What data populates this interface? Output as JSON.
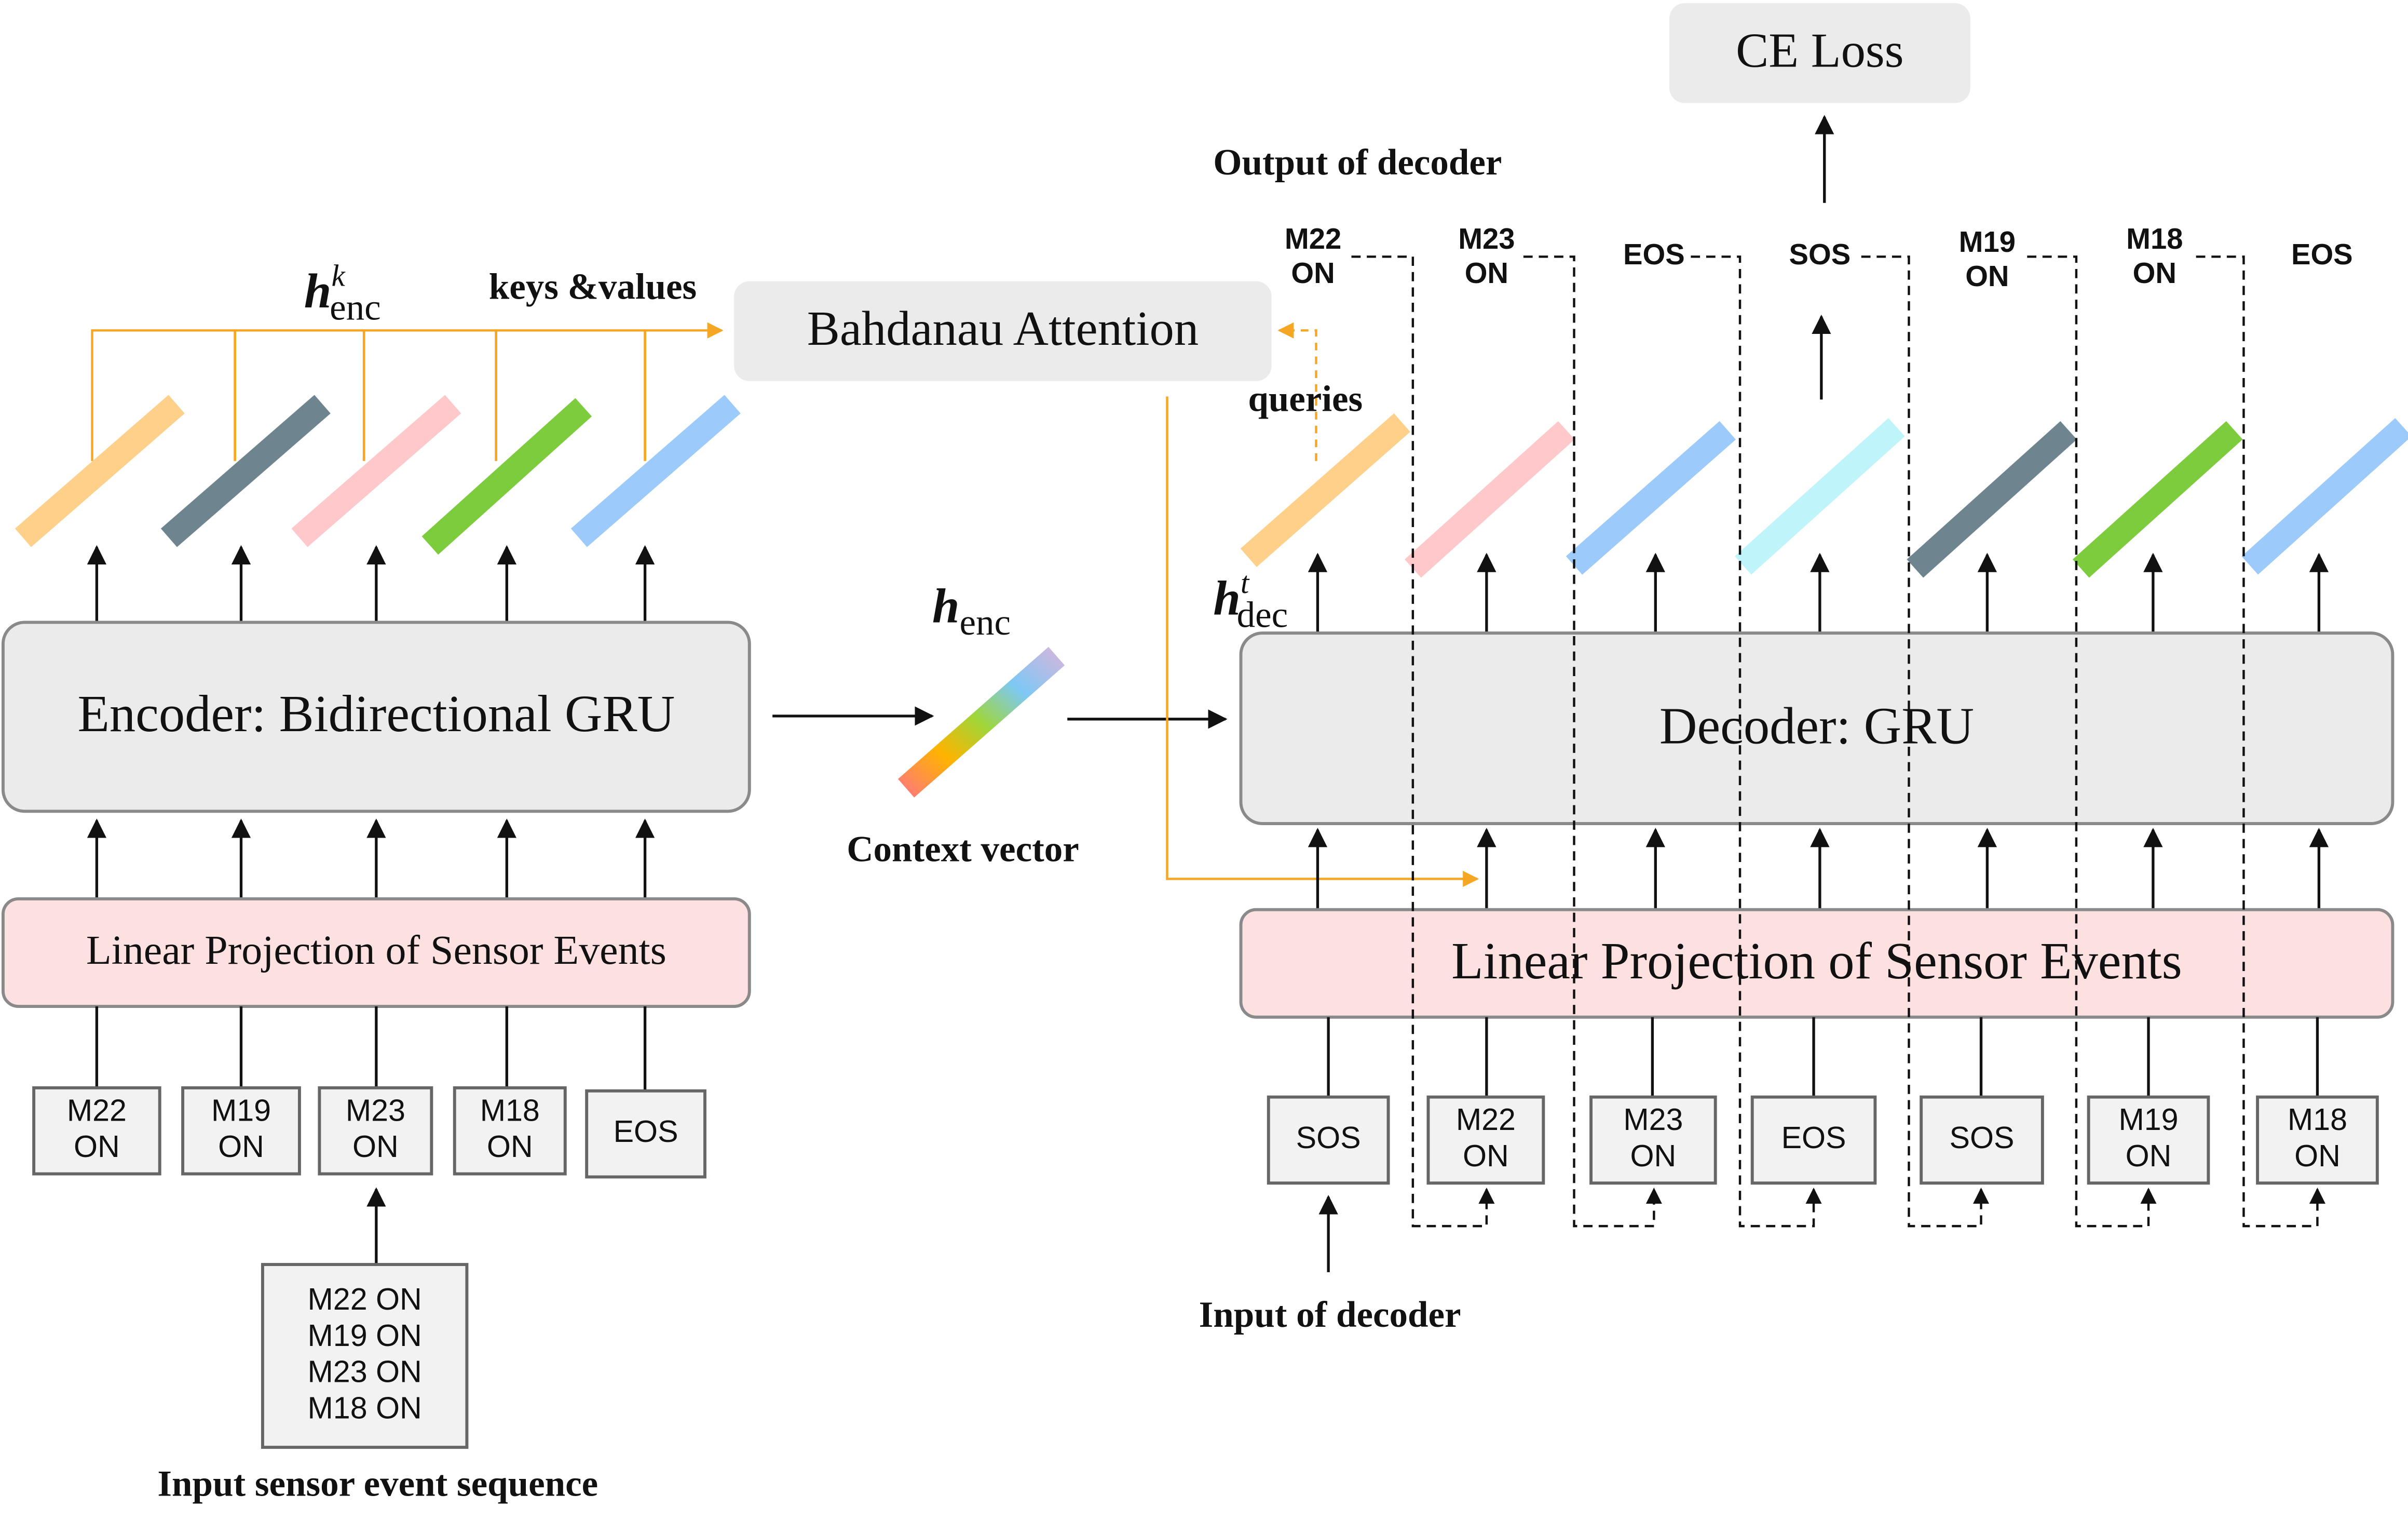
{
  "colors": {
    "orange_line": "#f5a623",
    "box_gray": "#ebebeb",
    "box_pink": "#fde0e0",
    "token_box": "#f2f2f2",
    "bar_orange": "#ffd08a",
    "bar_slate": "#6e8590",
    "bar_pink": "#ffc9cc",
    "bar_green": "#7dcc3e",
    "bar_blue": "#9ccbfb",
    "bar_cyan": "#bff4fa"
  },
  "labels": {
    "ce_loss": "CE Loss",
    "output_of_decoder": "Output of decoder",
    "bahdanau_attention": "Bahdanau Attention",
    "keys_values": "keys &values",
    "h_enc_k_base": "h",
    "h_enc_k_sup": "k",
    "h_enc_k_sub": "enc",
    "queries": "queries",
    "h_enc_base": "h",
    "h_enc_sub": "enc",
    "h_dec_base": "h",
    "h_dec_sup": "t",
    "h_dec_sub": "dec",
    "context_vector": "Context vector",
    "encoder": "Encoder: Bidirectional GRU",
    "decoder": "Decoder: GRU",
    "enc_linear_projection": "Linear Projection of Sensor Events",
    "dec_linear_projection": "Linear Projection of Sensor Events",
    "input_sensor_event_sequence": "Input sensor event sequence",
    "input_of_decoder": "Input of decoder"
  },
  "encoder_inputs": [
    [
      "M22",
      "ON"
    ],
    [
      "M19",
      "ON"
    ],
    [
      "M23",
      "ON"
    ],
    [
      "M18",
      "ON"
    ],
    [
      "EOS"
    ]
  ],
  "input_sequence": [
    "M22 ON",
    "M19 ON",
    "M23 ON",
    "M18 ON"
  ],
  "decoder_inputs": [
    [
      "SOS"
    ],
    [
      "M22",
      "ON"
    ],
    [
      "M23",
      "ON"
    ],
    [
      "EOS"
    ],
    [
      "SOS"
    ],
    [
      "M19",
      "ON"
    ],
    [
      "M18",
      "ON"
    ]
  ],
  "decoder_outputs": [
    [
      "M22",
      "ON"
    ],
    [
      "M23",
      "ON"
    ],
    [
      "EOS"
    ],
    [
      "SOS"
    ],
    [
      "M19",
      "ON"
    ],
    [
      "M18",
      "ON"
    ],
    [
      "EOS"
    ]
  ]
}
